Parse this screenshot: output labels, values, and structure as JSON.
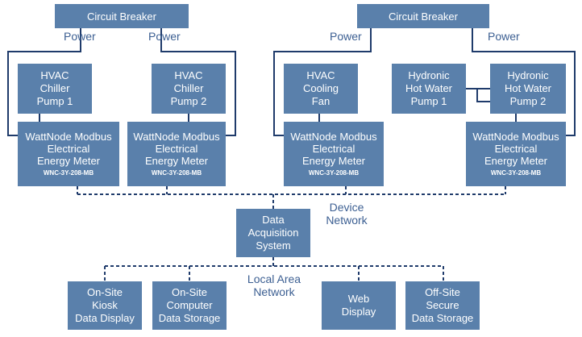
{
  "colors": {
    "box_fill": "#5a80ab",
    "box_text": "#ffffff",
    "line": "#1f3b6b",
    "label": "#3c5f92"
  },
  "breakers": [
    "Circuit Breaker",
    "Circuit Breaker"
  ],
  "power_label": "Power",
  "equipment": [
    "HVAC\nChiller\nPump 1",
    "HVAC\nChiller\nPump 2",
    "HVAC\nCooling\nFan",
    "Hydronic\nHot Water\nPump 1",
    "Hydronic\nHot Water\nPump 2"
  ],
  "meter": {
    "title": "WattNode Modbus\nElectrical\nEnergy Meter",
    "model": "WNC-3Y-208-MB"
  },
  "device_network_label": "Device\nNetwork",
  "das": "Data\nAcquisition\nSystem",
  "lan_label": "Local Area\nNetwork",
  "destinations": [
    "On-Site\nKiosk\nData Display",
    "On-Site\nComputer\nData Storage",
    "Web\nDisplay",
    "Off-Site\nSecure\nData Storage"
  ]
}
